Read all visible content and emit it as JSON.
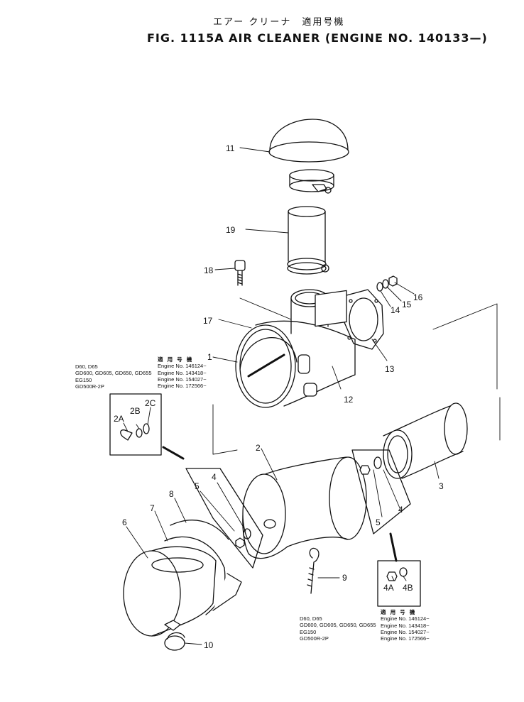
{
  "title_jp": "エアー クリーナ　適用号機",
  "title_en": "FIG. 1115A  AIR CLEANER (ENGINE NO. 140133—)",
  "part_labels": {
    "p1": "1",
    "p2": "2",
    "p2A": "2A",
    "p2B": "2B",
    "p2C": "2C",
    "p3": "3",
    "p4_upper": "4",
    "p4_right": "4",
    "p4A": "4A",
    "p4B": "4B",
    "p5_upper": "5",
    "p5_right": "5",
    "p6": "6",
    "p7": "7",
    "p8": "8",
    "p9": "9",
    "p10": "10",
    "p11": "11",
    "p12": "12",
    "p13": "13",
    "p14": "14",
    "p15": "15",
    "p16": "16",
    "p17": "17",
    "p18": "18",
    "p19": "19"
  },
  "model_note_left": [
    "D60, D65",
    "GD600, GD605, GD650, GD655",
    "EG150",
    "GD500R-2P"
  ],
  "engine_note_left": {
    "header": "適 用 号 機",
    "lines": [
      "Engine No. 146124~",
      "Engine No. 143418~",
      "Engine No. 154027~",
      "Engine No. 172566~"
    ]
  },
  "model_note_bottom": [
    "D60, D65",
    "GD600, GD605, GD650, GD655",
    "EG150",
    "GD500R-2P"
  ],
  "engine_note_bottom": {
    "header": "適 用 号 機",
    "lines": [
      "Engine No. 146124~",
      "Engine No. 143418~",
      "Engine No. 154027~",
      "Engine No. 172566~"
    ]
  }
}
